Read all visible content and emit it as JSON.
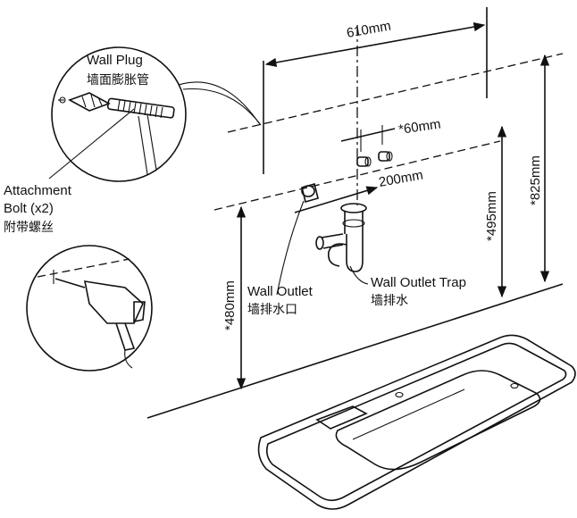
{
  "labels": {
    "wall_plug_en": "Wall Plug",
    "wall_plug_cn": "墙面膨胀管",
    "attachment_bolt_en_1": "Attachment",
    "attachment_bolt_en_2": "Bolt (x2)",
    "attachment_bolt_cn": "附带螺丝",
    "wall_outlet_en": "Wall Outlet",
    "wall_outlet_cn": "墙排水口",
    "wall_outlet_trap_en": "Wall Outlet Trap",
    "wall_outlet_trap_cn": "墙排水"
  },
  "dimensions": {
    "width": "610mm",
    "bolt_spacing": "*60mm",
    "outlet_offset": "200mm",
    "outlet_height": "*480mm",
    "trap_height": "*495mm",
    "total_height": "*825mm"
  }
}
